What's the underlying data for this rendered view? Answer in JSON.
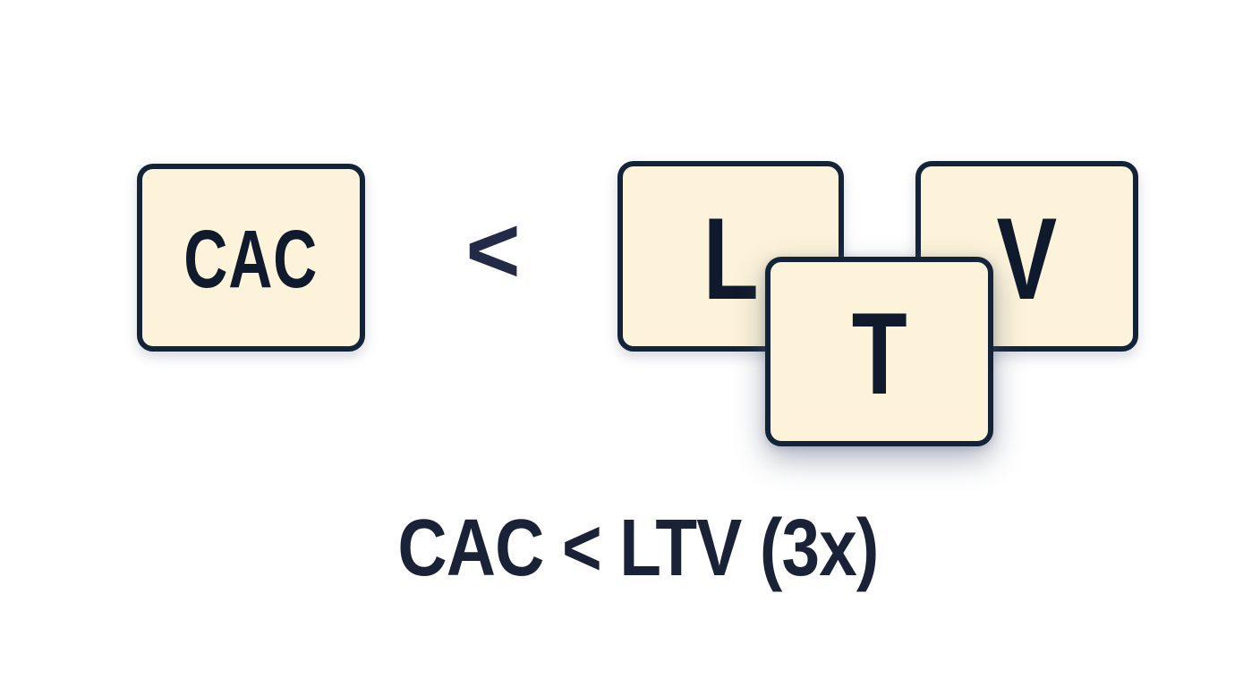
{
  "colors": {
    "canvas_bg": "#ffffff",
    "tile_bg": "#FDF3DA",
    "tile_border": "#142438",
    "tile_text": "#0F1A2C",
    "operator_color": "#212A46",
    "caption_color": "#1A2238"
  },
  "cac_tile": {
    "label": "CAC"
  },
  "operator": {
    "symbol": "<"
  },
  "ltv_tiles": {
    "l_label": "L",
    "t_label": "T",
    "v_label": "V"
  },
  "caption": {
    "text": "CAC < LTV (3x)"
  }
}
